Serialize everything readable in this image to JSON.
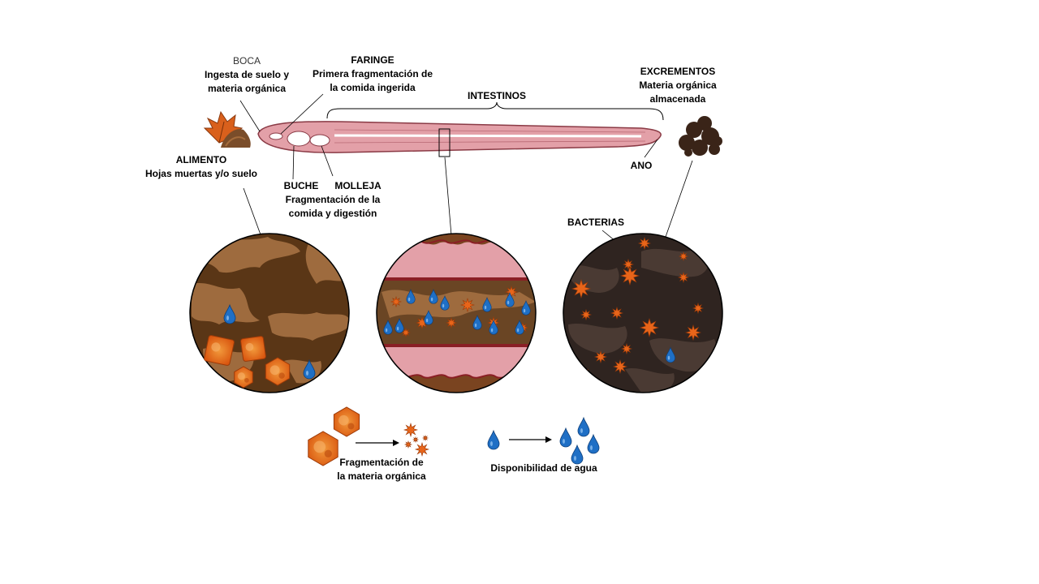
{
  "labels": {
    "boca": {
      "title": "BOCA",
      "desc": [
        "Ingesta de suelo y",
        "materia orgánica"
      ]
    },
    "faringe": {
      "title": "FARINGE",
      "desc": [
        "Primera fragmentación de",
        "la comida ingerida"
      ]
    },
    "intestinos": {
      "title": "INTESTINOS"
    },
    "excrementos": {
      "title": "EXCREMENTOS",
      "desc": [
        "Materia orgánica",
        "almacenada"
      ]
    },
    "alimento": {
      "title": "ALIMENTO",
      "desc": [
        "Hojas muertas y/o suelo"
      ]
    },
    "buche": {
      "title": "BUCHE"
    },
    "molleja": {
      "title": "MOLLEJA",
      "desc": [
        "Fragmentación de la",
        "comida y digestión"
      ]
    },
    "ano": {
      "title": "ANO"
    },
    "bacterias": {
      "title": "BACTERIAS"
    }
  },
  "legend": {
    "fragmentation": [
      "Fragmentación de",
      "la materia orgánica"
    ],
    "water": [
      "Disponibilidad de agua"
    ]
  },
  "colors": {
    "worm_body": "#e3a0a8",
    "worm_outline": "#8a3a45",
    "soil_dark": "#5a3616",
    "soil_light": "#9e6b3e",
    "bacteria": "#b45cc8",
    "organic_matter": "#e8651a",
    "water": "#1f6fc5",
    "feces": "#3a2418"
  },
  "icons": [
    "leaf-icon",
    "soil-pile-icon",
    "feces-icon",
    "water-drop-icon",
    "bacteria-icon",
    "organic-fragment-icon",
    "arrow-right-icon"
  ]
}
